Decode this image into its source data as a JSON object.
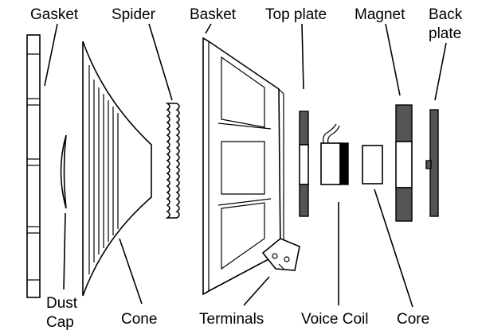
{
  "labels": {
    "gasket": "Gasket",
    "spider": "Spider",
    "basket": "Basket",
    "top_plate": "Top plate",
    "magnet": "Magnet",
    "back_plate_line1": "Back",
    "back_plate_line2": "plate",
    "dust_cap_line1": "Dust",
    "dust_cap_line2": "Cap",
    "cone": "Cone",
    "terminals": "Terminals",
    "voice_coil": "Voice Coil",
    "core": "Core"
  },
  "colors": {
    "outline": "#000000",
    "magnet_fill": "#555555",
    "coil_band": "#000000"
  }
}
